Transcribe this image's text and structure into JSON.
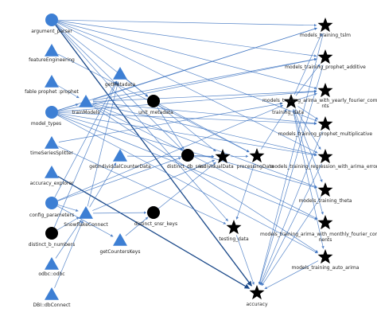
{
  "colors": {
    "node_fill": "#3d7fd4",
    "edge": "#3b72c0",
    "edge_dark": "#1c4a8a",
    "black": "#000000"
  },
  "nodes": [
    {
      "id": "argument_parser",
      "label": "argument_parser",
      "shape": "circle",
      "color": "#3d7fd4"
    },
    {
      "id": "featureEngineering",
      "label": "featureEngineering",
      "shape": "triangle",
      "color": "#3d7fd4"
    },
    {
      "id": "fable_prophet",
      "label": "fable prophet :prophet",
      "shape": "triangle",
      "color": "#3d7fd4"
    },
    {
      "id": "model_types",
      "label": "model_types",
      "shape": "circle",
      "color": "#3d7fd4"
    },
    {
      "id": "timeSeriesSplitter",
      "label": "timeSeriesSplitter",
      "shape": "triangle",
      "color": "#3d7fd4"
    },
    {
      "id": "accuracy_explorer",
      "label": "accuracy_explorer",
      "shape": "triangle",
      "color": "#3d7fd4"
    },
    {
      "id": "config_parameters",
      "label": "config_parameters",
      "shape": "circle",
      "color": "#3d7fd4"
    },
    {
      "id": "distinct_b_numbers",
      "label": "distinct_b_numbers",
      "shape": "circle",
      "color": "#000000"
    },
    {
      "id": "odbc_odbc",
      "label": "odbc::odbc",
      "shape": "triangle",
      "color": "#3d7fd4"
    },
    {
      "id": "dbi_dbconnect",
      "label": "DBI::dbConnect",
      "shape": "triangle",
      "color": "#3d7fd4"
    },
    {
      "id": "getMetadata",
      "label": "getMetadata",
      "shape": "triangle",
      "color": "#3d7fd4"
    },
    {
      "id": "trainModels",
      "label": "trainModels",
      "shape": "triangle",
      "color": "#3d7fd4"
    },
    {
      "id": "unit_metadata",
      "label": "unit_metadata",
      "shape": "circle",
      "color": "#000000"
    },
    {
      "id": "getIndividualCounterData",
      "label": "getIndividualCounterData",
      "shape": "triangle",
      "color": "#3d7fd4"
    },
    {
      "id": "snowflakeConnect",
      "label": "SnowflakeConnect",
      "shape": "triangle",
      "color": "#3d7fd4"
    },
    {
      "id": "getCountersKeys",
      "label": "getCountersKeys",
      "shape": "triangle",
      "color": "#3d7fd4"
    },
    {
      "id": "distinct_snsr_keys",
      "label": "distinct_snsr_keys",
      "shape": "circle",
      "color": "#000000"
    },
    {
      "id": "distinct_db_snsr",
      "label": "distinct_db_snsr",
      "shape": "circle",
      "color": "#000000"
    },
    {
      "id": "individualData",
      "label": "individualData",
      "shape": "star",
      "color": "#000000"
    },
    {
      "id": "processingData",
      "label": "processingData",
      "shape": "star",
      "color": "#000000"
    },
    {
      "id": "testing_data",
      "label": "testing_data",
      "shape": "star",
      "color": "#000000"
    },
    {
      "id": "accuracy",
      "label": "accuracy",
      "shape": "star",
      "color": "#000000"
    },
    {
      "id": "training_data",
      "label": "training_data",
      "shape": "star",
      "color": "#000000"
    },
    {
      "id": "models_training_tslm",
      "label": "models_training_tslm",
      "shape": "star",
      "color": "#000000"
    },
    {
      "id": "models_training_prophet_additive",
      "label": "models_training_prophet_additive",
      "shape": "star",
      "color": "#000000"
    },
    {
      "id": "models_training_arima_with_yearly_fourier_components",
      "label": "models_training_arima_with_yearly_fourier_compo nts",
      "shape": "star",
      "color": "#000000"
    },
    {
      "id": "models_training_prophet_multiplicative",
      "label": "models_training_prophet_multiplicative",
      "shape": "star",
      "color": "#000000"
    },
    {
      "id": "models_training_regression_with_arima_errors",
      "label": "models_training_regression_with_arima_errors",
      "shape": "star",
      "color": "#000000"
    },
    {
      "id": "models_training_theta",
      "label": "models_training_theta",
      "shape": "star",
      "color": "#000000"
    },
    {
      "id": "models_training_arima_with_monthly_fourier_components",
      "label": "models_training_arima_with_monthly_fourier_compo nents",
      "shape": "star",
      "color": "#000000"
    },
    {
      "id": "models_training_auto_arima",
      "label": "models_training_auto_arima",
      "shape": "star",
      "color": "#000000"
    }
  ],
  "edges": [
    {
      "from": "argument_parser",
      "to": "models_training_tslm"
    },
    {
      "from": "argument_parser",
      "to": "models_training_prophet_additive"
    },
    {
      "from": "argument_parser",
      "to": "models_training_arima_with_yearly_fourier_components"
    },
    {
      "from": "argument_parser",
      "to": "models_training_prophet_multiplicative"
    },
    {
      "from": "argument_parser",
      "to": "models_training_regression_with_arima_errors"
    },
    {
      "from": "argument_parser",
      "to": "unit_metadata"
    },
    {
      "from": "argument_parser",
      "to": "distinct_db_snsr"
    },
    {
      "from": "argument_parser",
      "to": "testing_data"
    },
    {
      "from": "argument_parser",
      "to": "accuracy",
      "dark": true
    },
    {
      "from": "featureEngineering",
      "to": "processingData"
    },
    {
      "from": "fable_prophet",
      "to": "trainModels"
    },
    {
      "from": "model_types",
      "to": "trainModels"
    },
    {
      "from": "model_types",
      "to": "models_training_tslm"
    },
    {
      "from": "model_types",
      "to": "models_training_prophet_additive"
    },
    {
      "from": "model_types",
      "to": "models_training_arima_with_yearly_fourier_components"
    },
    {
      "from": "model_types",
      "to": "models_training_prophet_multiplicative"
    },
    {
      "from": "model_types",
      "to": "models_training_regression_with_arima_errors"
    },
    {
      "from": "model_types",
      "to": "models_training_theta"
    },
    {
      "from": "model_types",
      "to": "models_training_arima_with_monthly_fourier_components"
    },
    {
      "from": "model_types",
      "to": "models_training_auto_arima"
    },
    {
      "from": "timeSeriesSplitter",
      "to": "training_data"
    },
    {
      "from": "timeSeriesSplitter",
      "to": "testing_data"
    },
    {
      "from": "accuracy_explorer",
      "to": "accuracy",
      "dark": true
    },
    {
      "from": "config_parameters",
      "to": "snowflakeConnect"
    },
    {
      "from": "config_parameters",
      "to": "getCountersKeys"
    },
    {
      "from": "config_parameters",
      "to": "getMetadata"
    },
    {
      "from": "config_parameters",
      "to": "training_data"
    },
    {
      "from": "config_parameters",
      "to": "distinct_db_snsr"
    },
    {
      "from": "distinct_b_numbers",
      "to": "snowflakeConnect"
    },
    {
      "from": "distinct_b_numbers",
      "to": "getMetadata"
    },
    {
      "from": "odbc_odbc",
      "to": "snowflakeConnect"
    },
    {
      "from": "dbi_dbconnect",
      "to": "snowflakeConnect"
    },
    {
      "from": "snowflakeConnect",
      "to": "distinct_snsr_keys"
    },
    {
      "from": "snowflakeConnect",
      "to": "getMetadata"
    },
    {
      "from": "snowflakeConnect",
      "to": "getIndividualCounterData"
    },
    {
      "from": "snowflakeConnect",
      "to": "individualData"
    },
    {
      "from": "getCountersKeys",
      "to": "distinct_snsr_keys"
    },
    {
      "from": "getMetadata",
      "to": "unit_metadata"
    },
    {
      "from": "unit_metadata",
      "to": "distinct_db_snsr"
    },
    {
      "from": "unit_metadata",
      "to": "individualData"
    },
    {
      "from": "unit_metadata",
      "to": "processingData"
    },
    {
      "from": "getIndividualCounterData",
      "to": "individualData"
    },
    {
      "from": "distinct_snsr_keys",
      "to": "individualData"
    },
    {
      "from": "distinct_db_snsr",
      "to": "individualData"
    },
    {
      "from": "individualData",
      "to": "processingData"
    },
    {
      "from": "processingData",
      "to": "training_data"
    },
    {
      "from": "processingData",
      "to": "testing_data"
    },
    {
      "from": "trainModels",
      "to": "models_training_tslm"
    },
    {
      "from": "trainModels",
      "to": "models_training_prophet_additive"
    },
    {
      "from": "trainModels",
      "to": "models_training_arima_with_yearly_fourier_components"
    },
    {
      "from": "trainModels",
      "to": "models_training_prophet_multiplicative"
    },
    {
      "from": "trainModels",
      "to": "models_training_regression_with_arima_errors"
    },
    {
      "from": "trainModels",
      "to": "models_training_theta"
    },
    {
      "from": "trainModels",
      "to": "models_training_arima_with_monthly_fourier_components"
    },
    {
      "from": "trainModels",
      "to": "models_training_auto_arima"
    },
    {
      "from": "training_data",
      "to": "models_training_tslm"
    },
    {
      "from": "training_data",
      "to": "models_training_prophet_additive"
    },
    {
      "from": "training_data",
      "to": "models_training_arima_with_yearly_fourier_components"
    },
    {
      "from": "training_data",
      "to": "models_training_prophet_multiplicative"
    },
    {
      "from": "training_data",
      "to": "models_training_regression_with_arima_errors"
    },
    {
      "from": "training_data",
      "to": "models_training_theta"
    },
    {
      "from": "training_data",
      "to": "models_training_arima_with_monthly_fourier_components"
    },
    {
      "from": "training_data",
      "to": "models_training_auto_arima"
    },
    {
      "from": "models_training_tslm",
      "to": "accuracy"
    },
    {
      "from": "models_training_prophet_additive",
      "to": "accuracy"
    },
    {
      "from": "models_training_prophet_multiplicative",
      "to": "accuracy"
    },
    {
      "from": "models_training_regression_with_arima_errors",
      "to": "accuracy"
    },
    {
      "from": "models_training_theta",
      "to": "accuracy"
    },
    {
      "from": "models_training_auto_arima",
      "to": "accuracy"
    },
    {
      "from": "testing_data",
      "to": "accuracy"
    }
  ]
}
